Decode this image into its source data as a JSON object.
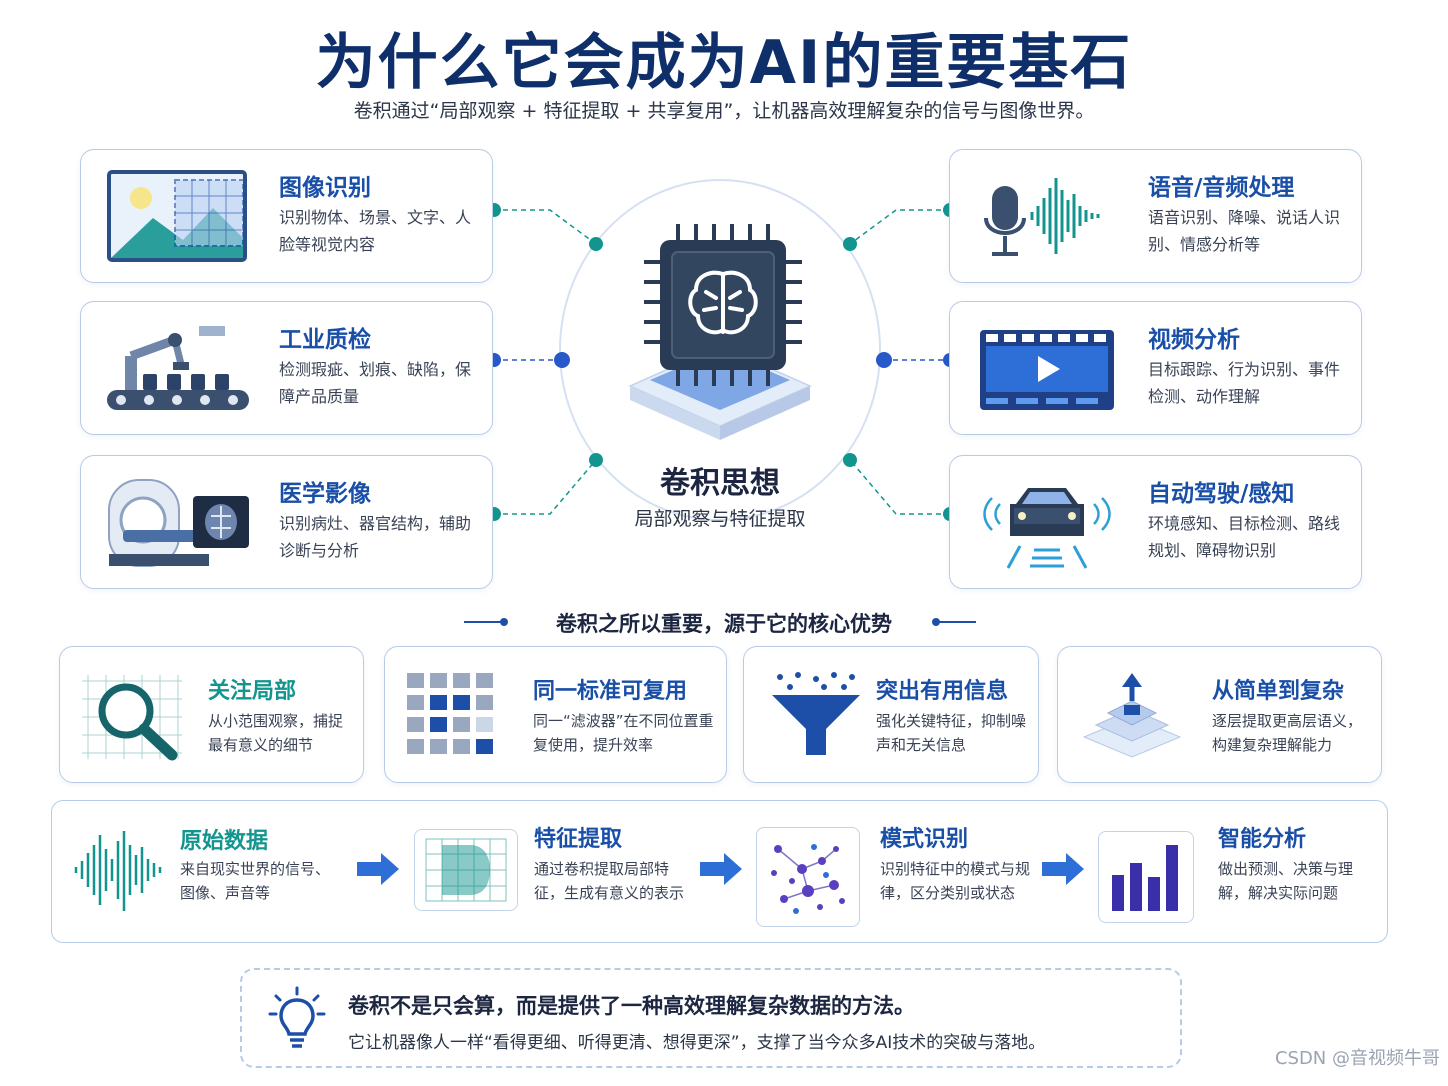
{
  "header": {
    "title": "为什么它会成为AI的重要基石",
    "subtitle": "卷积通过“局部观察 + 特征提取 + 共享复用”，让机器高效理解复杂的信号与图像世界。"
  },
  "center": {
    "title": "卷积思想",
    "subtitle": "局部观察与特征提取"
  },
  "applications_left": [
    {
      "title": "图像识别",
      "desc": "识别物体、场景、文字、人脸等视觉内容",
      "icon": "image-recognition-icon"
    },
    {
      "title": "工业质检",
      "desc": "检测瑕疵、划痕、缺陷，保障产品质量",
      "icon": "robot-arm-icon"
    },
    {
      "title": "医学影像",
      "desc": "识别病灶、器官结构，辅助诊断与分析",
      "icon": "ct-scanner-icon"
    }
  ],
  "applications_right": [
    {
      "title": "语音/音频处理",
      "desc": "语音识别、降噪、说话人识别、情感分析等",
      "icon": "microphone-icon"
    },
    {
      "title": "视频分析",
      "desc": "目标跟踪、行为识别、事件检测、动作理解",
      "icon": "video-icon"
    },
    {
      "title": "自动驾驶/感知",
      "desc": "环境感知、目标检测、路线规划、障碍物识别",
      "icon": "car-icon"
    }
  ],
  "advantages": {
    "heading": "卷积之所以重要，源于它的核心优势",
    "items": [
      {
        "title": "关注局部",
        "desc": "从小范围观察，捕捉最有意义的细节",
        "icon": "magnifier-icon"
      },
      {
        "title": "同一标准可复用",
        "desc": "同一“滤波器”在不同位置重复使用，提升效率",
        "icon": "grid-icon"
      },
      {
        "title": "突出有用信息",
        "desc": "强化关键特征，抑制噪声和无关信息",
        "icon": "funnel-icon"
      },
      {
        "title": "从简单到复杂",
        "desc": "逐层提取更高层语义，构建复杂理解能力",
        "icon": "layers-icon"
      }
    ]
  },
  "pipeline": [
    {
      "title": "原始数据",
      "desc": "来自现实世界的信号、图像、声音等",
      "icon": "waveform-icon"
    },
    {
      "title": "特征提取",
      "desc": "通过卷积提取局部特征，生成有意义的表示",
      "icon": "feature-map-icon"
    },
    {
      "title": "模式识别",
      "desc": "识别特征中的模式与规律，区分类别或状态",
      "icon": "cluster-icon"
    },
    {
      "title": "智能分析",
      "desc": "做出预测、决策与理解，解决实际问题",
      "icon": "bar-chart-icon"
    }
  ],
  "note": {
    "title": "卷积不是只会算，而是提供了一种高效理解复杂数据的方法。",
    "text": "它让机器像人一样“看得更细、听得更清、想得更深”，支撑了当今众多AI技术的突破与落地。",
    "icon": "lightbulb-icon"
  },
  "watermark": "CSDN @音视频牛哥",
  "colors": {
    "primary": "#1a4fa8",
    "navy": "#0f2f6b",
    "teal": "#13958f",
    "border": "#b8cbe6"
  }
}
